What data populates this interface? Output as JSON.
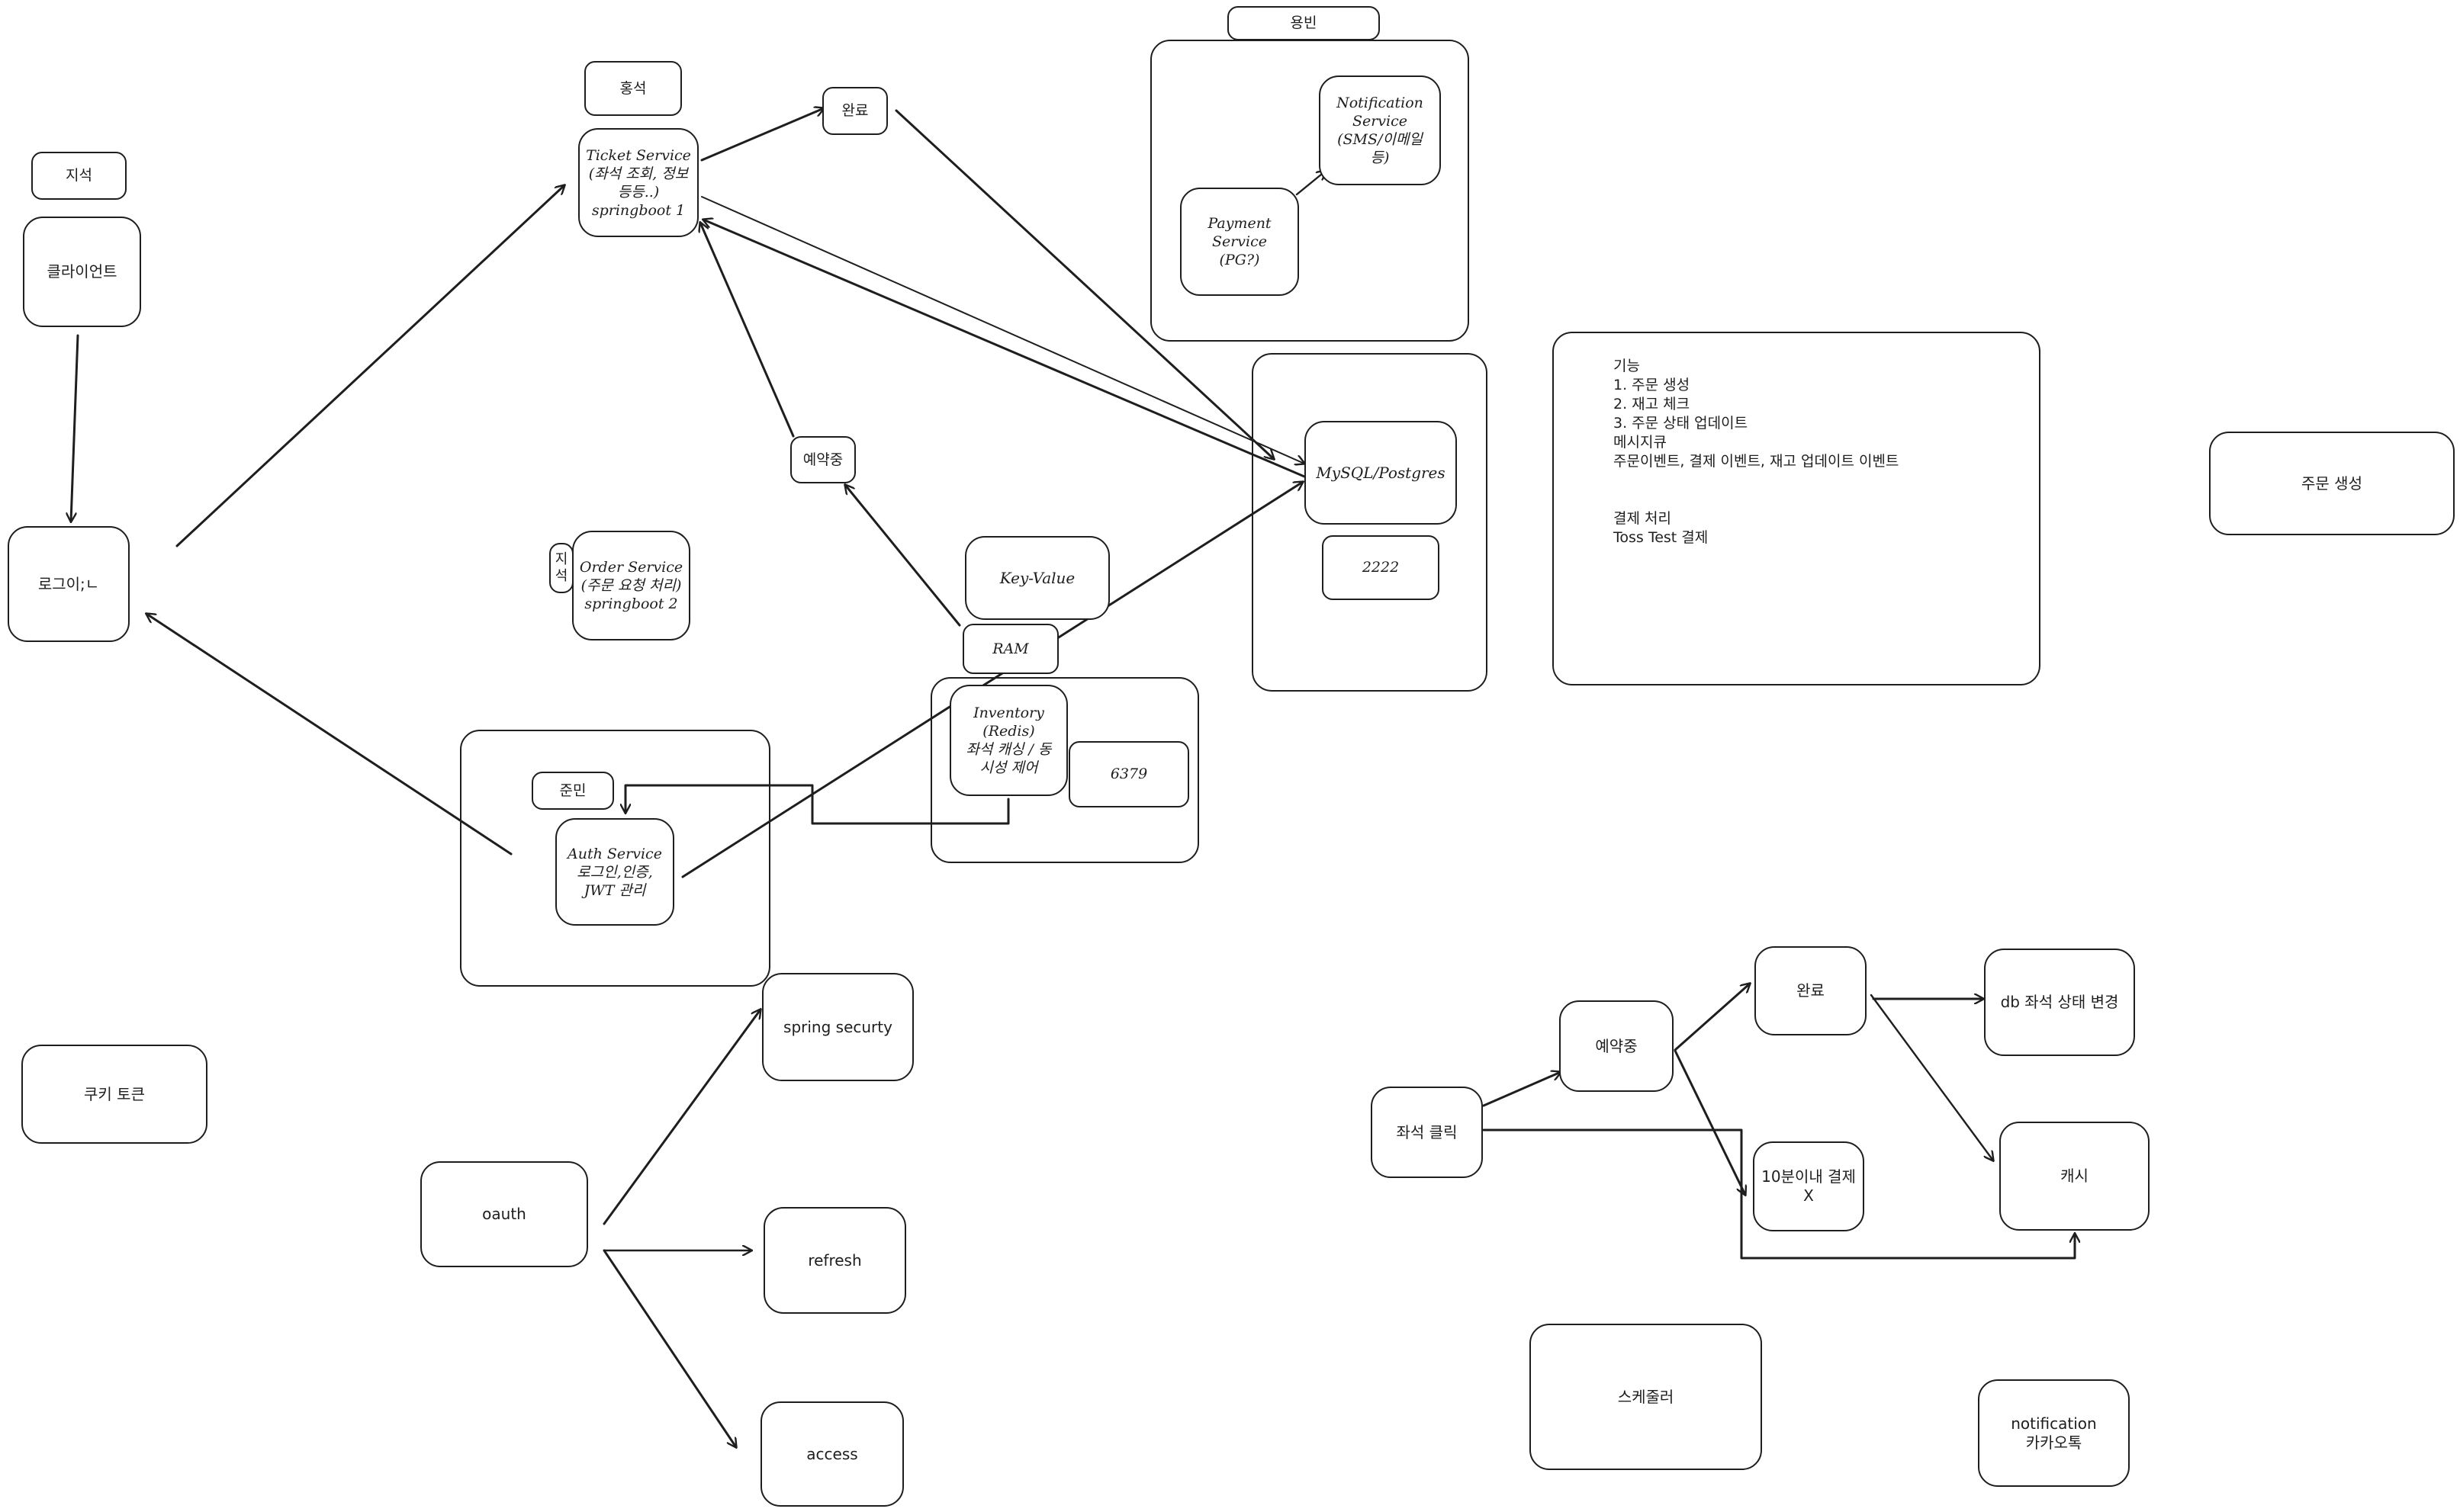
{
  "labels": {
    "jiseok": "지석",
    "client": "클라이언트",
    "login": "로그이;ㄴ",
    "cookie_token": "쿠키 토큰",
    "hongseok": "홍석",
    "ticket_service": "Ticket Service\n(좌석 조회, 정보\n등등..)\nspringboot 1",
    "done_top": "완료",
    "reserving_top": "예약중",
    "jiseok_side": "지\n석",
    "order_service": "Order Service\n(주문 요청 처리)\nspringboot 2",
    "junmin": "준민",
    "auth_service": "Auth Service\n로그인,인증,\nJWT 관리",
    "key_value": "Key-Value",
    "ram": "RAM",
    "inventory": "Inventory\n(Redis)\n좌석 캐싱 / 동\n시성 제어",
    "port_redis": "6379",
    "yongbin": "용빈",
    "notification_service": "Notification\nService\n(SMS/이메일\n등)",
    "payment_service": "Payment\nService\n(PG?)",
    "db": "MySQL/Postgres",
    "port_db": "2222",
    "feature_note": "기능\n1. 주문 생성\n2. 재고 체크\n3. 주문 상태 업데이트\n메시지큐\n주문이벤트, 결제 이벤트, 재고 업데이트 이벤트\n\n\n결제 처리\nToss Test 결제",
    "order_create": "주문 생성",
    "spring_security": "spring securty",
    "oauth": "oauth",
    "refresh": "refresh",
    "access": "access",
    "seat_click": "좌석 클릭",
    "reserving_flow": "예약중",
    "done_flow": "완료",
    "no_payment": "10분이내 결제X",
    "db_seat_change": "db 좌석 상태 변경",
    "cache": "캐시",
    "scheduler": "스케줄러",
    "notification_kakao": "notification\n카카오톡"
  }
}
